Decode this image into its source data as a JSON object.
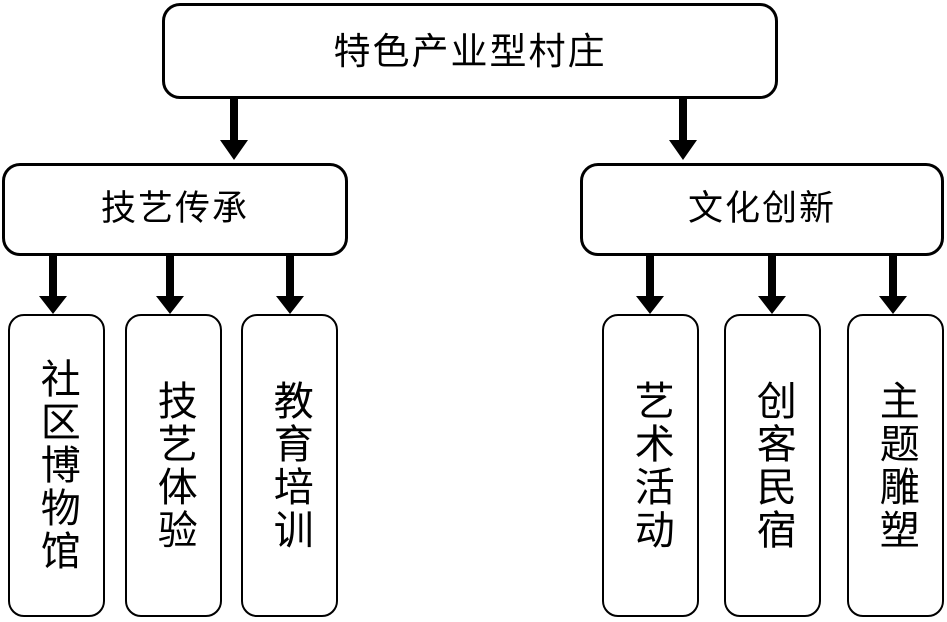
{
  "diagram": {
    "type": "organization-tree",
    "orientation": "top-down",
    "title_text": "特色产业型村庄",
    "root": {
      "label": "特色产业型村庄",
      "text_direction": "horizontal"
    },
    "branches": [
      {
        "id": "craft-inheritance",
        "label": "技艺传承",
        "text_direction": "horizontal",
        "side": "left",
        "leaves": [
          {
            "id": "community-museum",
            "label": "社区博物馆",
            "text_direction": "vertical"
          },
          {
            "id": "craft-experience",
            "label": "技艺体验",
            "text_direction": "vertical"
          },
          {
            "id": "education-training",
            "label": "教育培训",
            "text_direction": "vertical"
          }
        ]
      },
      {
        "id": "cultural-innovation",
        "label": "文化创新",
        "text_direction": "horizontal",
        "side": "right",
        "leaves": [
          {
            "id": "art-activities",
            "label": "艺术活动",
            "text_direction": "vertical"
          },
          {
            "id": "maker-homestay",
            "label": "创客民宿",
            "text_direction": "vertical"
          },
          {
            "id": "themed-sculpture",
            "label": "主题雕塑",
            "text_direction": "vertical"
          }
        ]
      }
    ],
    "connectors": {
      "style": "solid-block-arrow",
      "direction": "downward",
      "color": "#000000",
      "count": 8
    },
    "colors": {
      "background": "#ffffff",
      "stroke": "#000000",
      "fill": "#ffffff",
      "text": "#000000"
    }
  }
}
